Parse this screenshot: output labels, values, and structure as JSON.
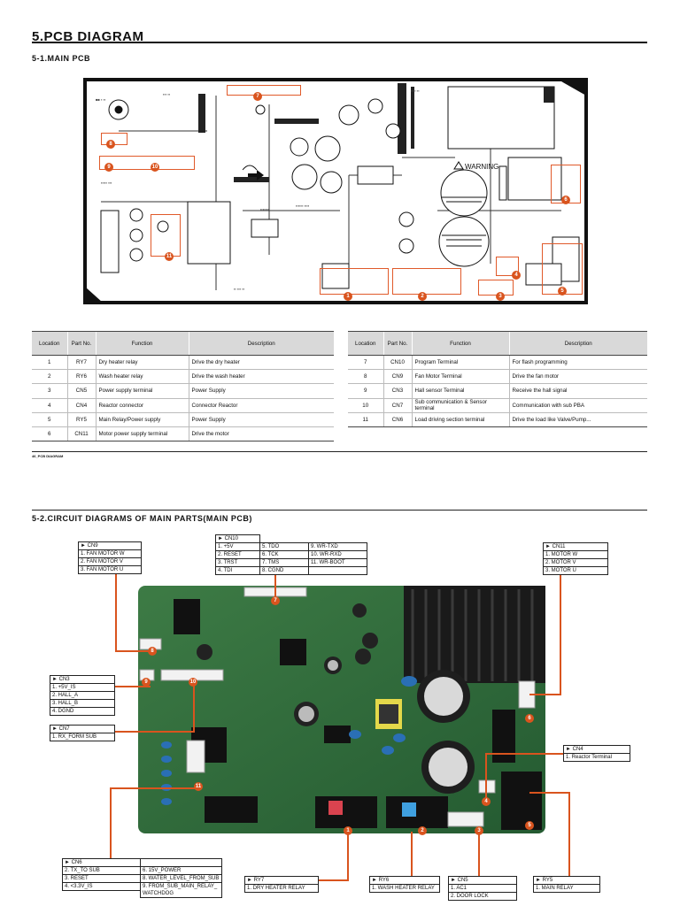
{
  "section_title": "5.PCB DIAGRAM",
  "sub1_title": "5-1.MAIN PCB",
  "sub2_title": "5-2.CIRCUIT DIAGRAMS OF MAIN PARTS(MAIN PCB)",
  "footer_label": "46_PCB DIAGRAM",
  "warning_text": "WARNING",
  "table_headers": {
    "location": "Location",
    "part_no": "Part No.",
    "function": "Function",
    "description": "Description"
  },
  "table_left": [
    {
      "loc": "1",
      "part": "RY7",
      "func": "Dry heater relay",
      "desc": "Drive the dry heater"
    },
    {
      "loc": "2",
      "part": "RY6",
      "func": "Wash heater relay",
      "desc": "Drive the wash heater"
    },
    {
      "loc": "3",
      "part": "CN5",
      "func": "Power supply terminal",
      "desc": "Power Supply"
    },
    {
      "loc": "4",
      "part": "CN4",
      "func": "Reactor connector",
      "desc": "Connector Reactor"
    },
    {
      "loc": "5",
      "part": "RY5",
      "func": "Main Relay/Power supply",
      "desc": "Power Supply"
    },
    {
      "loc": "6",
      "part": "CN11",
      "func": "Motor power supply terminal",
      "desc": "Drive the motor"
    }
  ],
  "table_right": [
    {
      "loc": "7",
      "part": "CN10",
      "func": "Program Terminal",
      "desc": "For flash programming"
    },
    {
      "loc": "8",
      "part": "CN9",
      "func": "Fan Motor Terminal",
      "desc": "Drive the fan motor"
    },
    {
      "loc": "9",
      "part": "CN3",
      "func": "Hall sensor Terminal",
      "desc": "Receive the hall signal"
    },
    {
      "loc": "10",
      "part": "CN7",
      "func": "Sub communication & Sensor terminal",
      "desc": "Communication with sub PBA"
    },
    {
      "loc": "11",
      "part": "CN6",
      "func": "Load driving section terminal",
      "desc": "Drive the load like Valve/Pump..."
    }
  ],
  "callouts": {
    "cn10": {
      "title": "► CN10",
      "cells": [
        "1.  +5V",
        "5.  TDO",
        "9.  WR-TXD",
        "2.  RESET",
        "6.  TCK",
        "10. WR-RXD",
        "3.  TRST",
        "7.  TMS",
        "11. WR-BOOT",
        "4.  TDI",
        "8.  CGND",
        ""
      ]
    },
    "cn9": {
      "title": "► CN9",
      "rows": [
        "1.  FAN MOTOR W",
        "2.  FAN MOTOR V",
        "3.  FAN MOTOR U"
      ]
    },
    "cn11": {
      "title": "► CN11",
      "rows": [
        "1.  MOTOR W",
        "2.  MOTOR V",
        "3.  MOTOR U"
      ]
    },
    "cn3": {
      "title": "► CN3",
      "rows": [
        "1.  +5V_IS",
        "2.  HALL_A",
        "3.  HALL_B",
        "4.  DGND"
      ]
    },
    "cn7": {
      "title": "► CN7",
      "rows": [
        "1.  RX_FORM SUB"
      ]
    },
    "cn4": {
      "title": "► CN4",
      "rows": [
        "1.  Reactor Terminal"
      ]
    },
    "cn6": {
      "title": "► CN6",
      "cells": [
        "2.  TX_TO SUB",
        "6.  15V_POWER",
        "3.  RESET",
        "8.  WATER_LEVEL_FROM_SUB",
        "4.  <3.3V_IS",
        "9.  FROM_SUB_MAIN_RELAY_ WATCHDOG"
      ]
    },
    "ry7": {
      "title": "► RY7",
      "rows": [
        "1.  DRY HEATER RELAY"
      ]
    },
    "ry6": {
      "title": "► RY6",
      "rows": [
        "1.  WASH HEATER RELAY"
      ]
    },
    "cn5": {
      "title": "► CN5",
      "rows": [
        "1.  AC1",
        "2.  DOOR LOCK"
      ]
    },
    "ry5": {
      "title": "► RY5",
      "rows": [
        "1.  MAIN RELAY"
      ]
    }
  },
  "markers": [
    "1",
    "2",
    "3",
    "4",
    "5",
    "6",
    "7",
    "8",
    "9",
    "10",
    "11"
  ],
  "colors": {
    "accent": "#d9541e",
    "board": "#2f6b3a",
    "header_bg": "#d9d9d9"
  }
}
